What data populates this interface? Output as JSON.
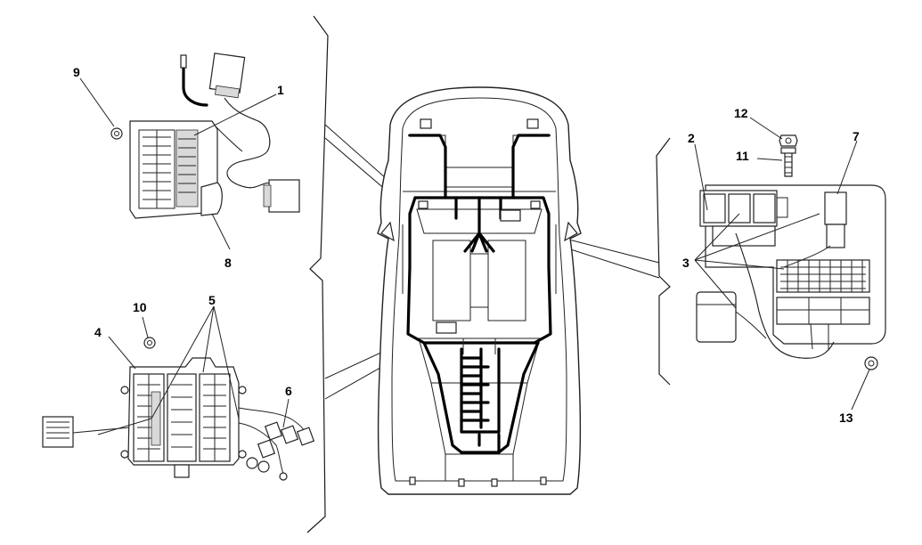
{
  "callouts": {
    "c1": "1",
    "c2": "2",
    "c3": "3",
    "c4": "4",
    "c5": "5",
    "c6": "6",
    "c7": "7",
    "c8": "8",
    "c9": "9",
    "c10": "10",
    "c11": "11",
    "c12": "12",
    "c13": "13"
  },
  "colors": {
    "line": "#1a1a1a",
    "harness": "#000000",
    "background": "#ffffff"
  }
}
